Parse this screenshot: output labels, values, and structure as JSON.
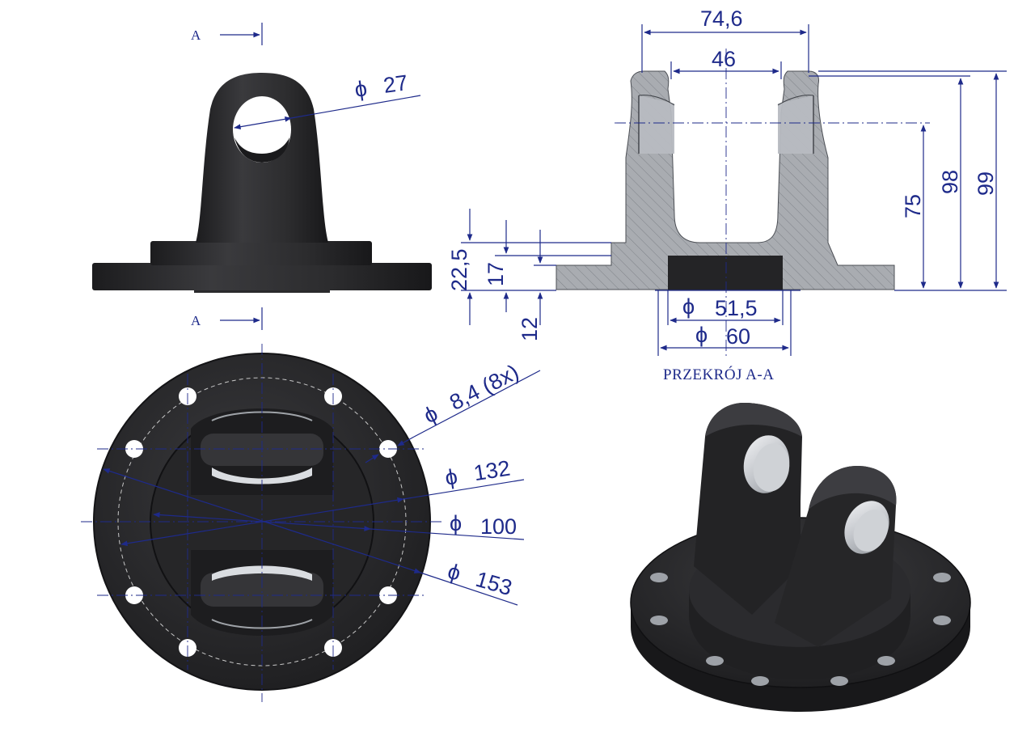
{
  "section_label": "A",
  "dimensions": {
    "pin_hole": "27",
    "width_outer": "74,6",
    "width_inner": "46",
    "height_pin": "75",
    "height_top_inner": "98",
    "height_top": "99",
    "flange_h1": "22,5",
    "flange_h2": "17",
    "flange_h3": "12",
    "bore_inner": "51,5",
    "bore_outer": "60",
    "bolt_holes": "8,4 (8x)",
    "bolt_circle": "132",
    "hub_dia": "100",
    "flange_dia": "153"
  },
  "diameter_symbol": "ϕ",
  "caption": "PRZEKRÓJ A-A",
  "colors": {
    "dimension": "#1e2a8a",
    "part": "#2a2a2c",
    "section_fill": "#a9acb1",
    "background": "#ffffff"
  }
}
